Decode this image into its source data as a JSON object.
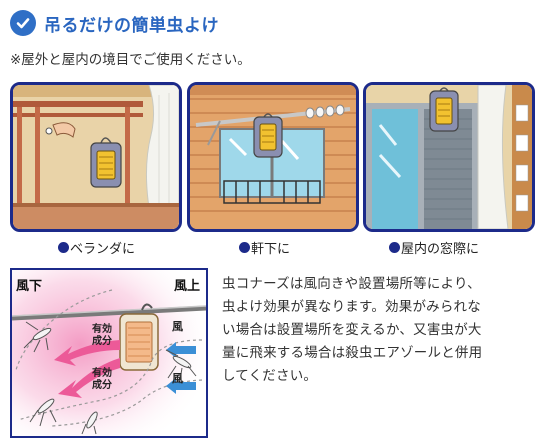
{
  "header": {
    "title": "吊るだけの簡単虫よけ"
  },
  "note": "※屋外と屋内の境目でご使用ください。",
  "scenes": [
    {
      "caption": "ベランダに"
    },
    {
      "caption": "軒下に"
    },
    {
      "caption": "屋内の窓際に"
    }
  ],
  "diagram": {
    "left_label": "風下",
    "right_label": "風上",
    "wind_labels": [
      "風",
      "風"
    ],
    "effect_labels": [
      {
        "line1": "有効",
        "line2": "成分"
      },
      {
        "line1": "有効",
        "line2": "成分"
      }
    ]
  },
  "description": {
    "lines": [
      "虫コナーズは風向きや設置場所等により、",
      "虫よけ効果が異なります。効果がみられな",
      "い場合は設置場所を変えるか、又害虫が大",
      "量に飛来する場合は殺虫エアゾールと併用",
      "してください。"
    ]
  },
  "colors": {
    "title_blue": "#2a66c0",
    "frame_navy": "#1c2a8a",
    "product_yellow": "#f2c230",
    "wind_pink": "#f07ab0"
  },
  "icons": [
    "check-icon",
    "bullet-icon",
    "bug-repeller-icon",
    "mosquito-icon",
    "wind-arrow-icon"
  ]
}
